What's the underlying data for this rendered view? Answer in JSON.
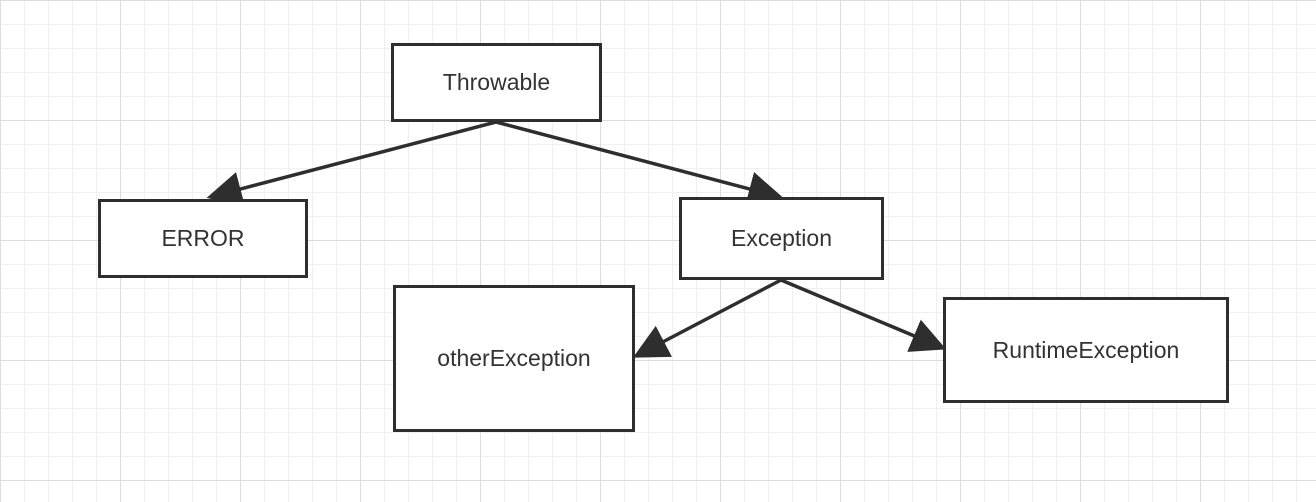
{
  "diagram": {
    "nodes": [
      {
        "id": "throwable",
        "label": "Throwable"
      },
      {
        "id": "error",
        "label": "ERROR"
      },
      {
        "id": "exception",
        "label": "Exception"
      },
      {
        "id": "other",
        "label": "otherException"
      },
      {
        "id": "runtime",
        "label": "RuntimeException"
      }
    ],
    "edges": [
      {
        "from": "throwable",
        "to": "error"
      },
      {
        "from": "throwable",
        "to": "exception"
      },
      {
        "from": "exception",
        "to": "other"
      },
      {
        "from": "exception",
        "to": "runtime"
      }
    ],
    "colors": {
      "stroke": "#2e2e2e",
      "text": "#333333",
      "grid_major": "#dcdcdc",
      "grid_minor": "#f0f0f0",
      "background": "#ffffff"
    }
  }
}
